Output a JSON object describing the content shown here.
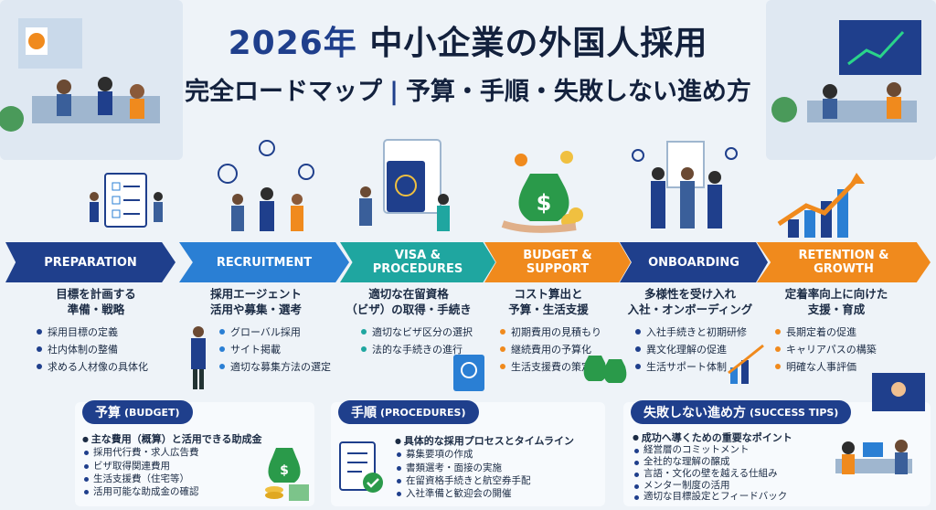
{
  "title": {
    "year": "2026年",
    "main": "中小企業の外国人採用",
    "sub1": "完全ロードマップ",
    "sep": "|",
    "sub2": "予算・手順・失敗しない進め方"
  },
  "colors": {
    "navy": "#1f3f8c",
    "blue": "#2a7fd4",
    "teal": "#1fa6a0",
    "orange": "#f08a1d",
    "dark_navy": "#1f3f8c",
    "orange2": "#f08a1d"
  },
  "phases": [
    {
      "label_en": "PREPARATION",
      "label_en2": "",
      "heading1": "目標を計画する",
      "heading2": "準備・戦略",
      "items": [
        "採用目標の定義",
        "社内体制の整備",
        "求める人材像の具体化"
      ]
    },
    {
      "label_en": "RECRUITMENT",
      "label_en2": "",
      "heading1": "採用エージェント",
      "heading2": "活用や募集・選考",
      "items": [
        "グローバル採用",
        "サイト掲載",
        "適切な募集方法の選定"
      ]
    },
    {
      "label_en": "VISA &",
      "label_en2": "PROCEDURES",
      "heading1": "適切な在留資格",
      "heading2": "（ビザ）の取得・手続き",
      "items": [
        "適切なビザ区分の選択",
        "法的な手続きの進行"
      ]
    },
    {
      "label_en": "BUDGET &",
      "label_en2": "SUPPORT",
      "heading1": "コスト算出と",
      "heading2": "予算・生活支援",
      "items": [
        "初期費用の見積もり",
        "継続費用の予算化",
        "生活支援費の策定"
      ]
    },
    {
      "label_en": "ONBOARDING",
      "label_en2": "",
      "heading1": "多様性を受け入れ",
      "heading2": "入社・オンボーディング",
      "items": [
        "入社手続きと初期研修",
        "異文化理解の促進",
        "生活サポート体制"
      ]
    },
    {
      "label_en": "RETENTION &",
      "label_en2": "GROWTH",
      "heading1": "定着率向上に向けた",
      "heading2": "支援・育成",
      "items": [
        "長期定着の促進",
        "キャリアパスの構築",
        "明確な人事評価"
      ]
    }
  ],
  "panels": {
    "budget": {
      "title": "予算",
      "title_en": "(BUDGET)",
      "main": "主な費用（概算）と活用できる助成金",
      "items": [
        "採用代行費・求人広告費",
        "ビザ取得関連費用",
        "生活支援費（住宅等）",
        "活用可能な助成金の確認"
      ]
    },
    "procedures": {
      "title": "手順",
      "title_en": "(PROCEDURES)",
      "main": "具体的な採用プロセスとタイムライン",
      "items": [
        "募集要項の作成",
        "書類選考・面接の実施",
        "在留資格手続きと航空券手配",
        "入社準備と歓迎会の開催"
      ]
    },
    "tips": {
      "title": "失敗しない進め方",
      "title_en": "(SUCCESS TIPS)",
      "main": "成功へ導くための重要なポイント",
      "items": [
        "経営層のコミットメント",
        "全社的な理解の醸成",
        "言語・文化の壁を越える仕組み",
        "メンター制度の活用",
        "適切な目標設定とフィードバック"
      ]
    }
  },
  "icons": [
    "office-scene-icon",
    "checklist-board-icon",
    "people-network-icon",
    "passport-icon",
    "money-bag-icon",
    "handshake-icon",
    "growth-chart-icon",
    "document-check-icon",
    "money-stack-icon",
    "meeting-scene-icon"
  ]
}
